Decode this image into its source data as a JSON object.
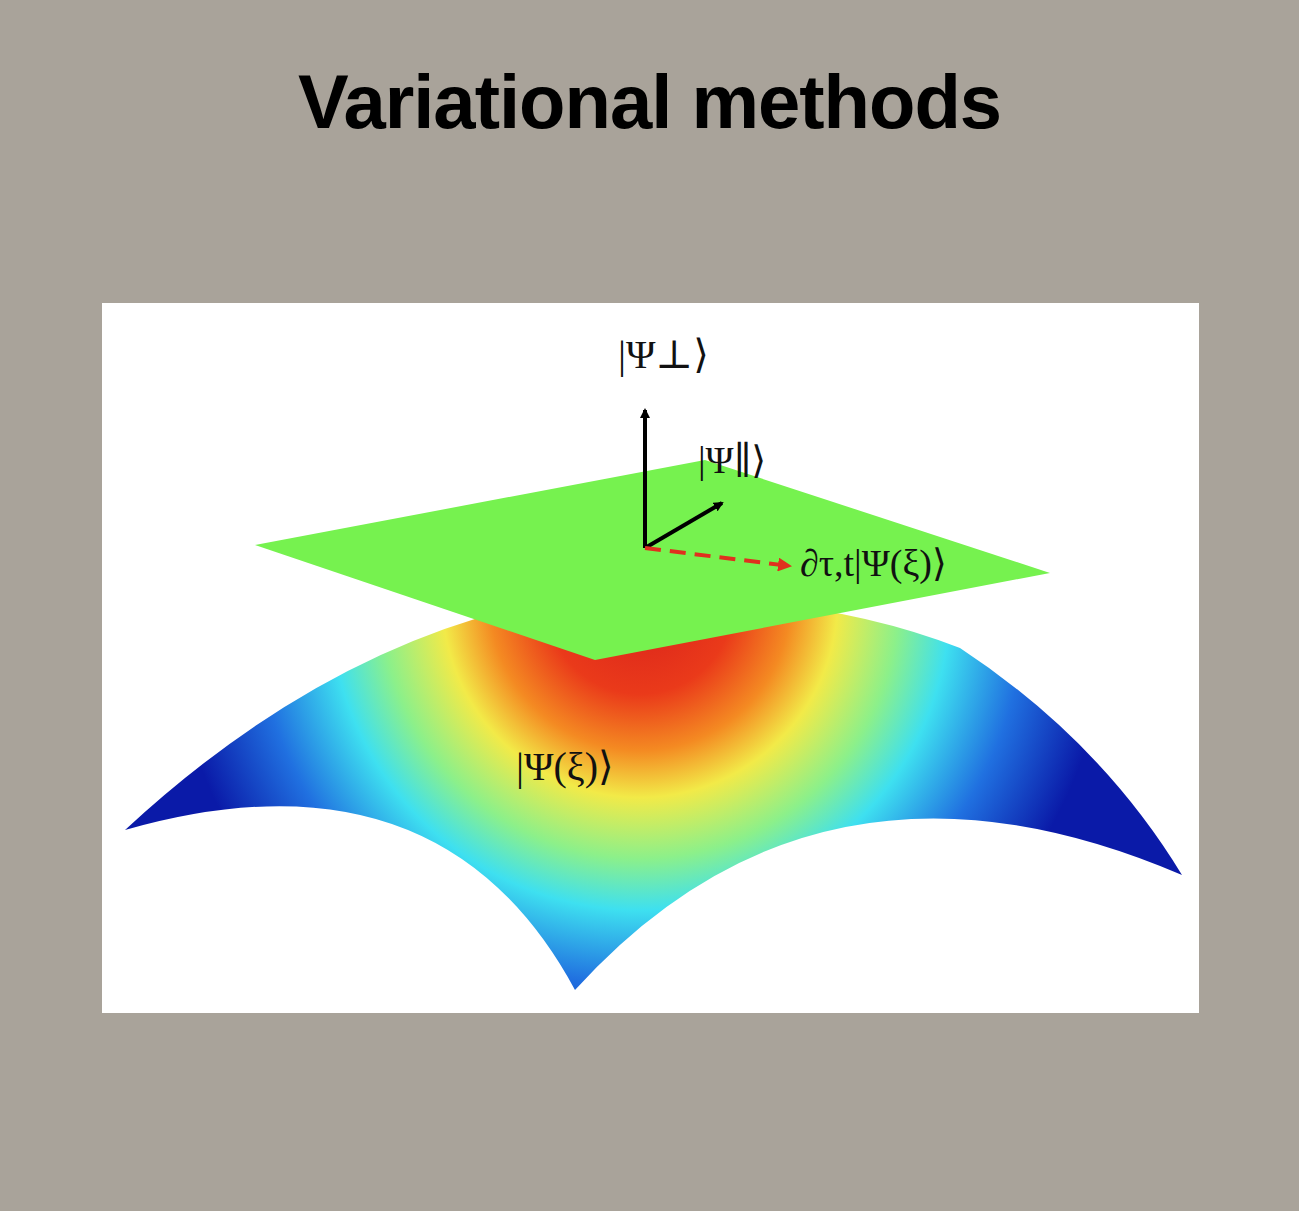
{
  "diagram": {
    "title": "Variational methods",
    "labels": [
      "|Ψ⊥⟩",
      "|Ψ∥⟩",
      "∂τ,t|Ψ(ξ)⟩",
      "|Ψ(ξ)⟩"
    ]
  }
}
